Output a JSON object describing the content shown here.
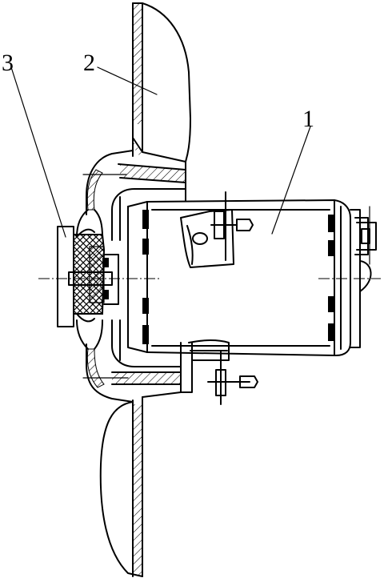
{
  "callouts": [
    {
      "id": "1",
      "label": "1",
      "part": "motor"
    },
    {
      "id": "2",
      "label": "2",
      "part": "fan-blade"
    },
    {
      "id": "3",
      "label": "3",
      "part": "hub-damper"
    }
  ],
  "colors": {
    "line": "#000000",
    "background": "#ffffff"
  }
}
